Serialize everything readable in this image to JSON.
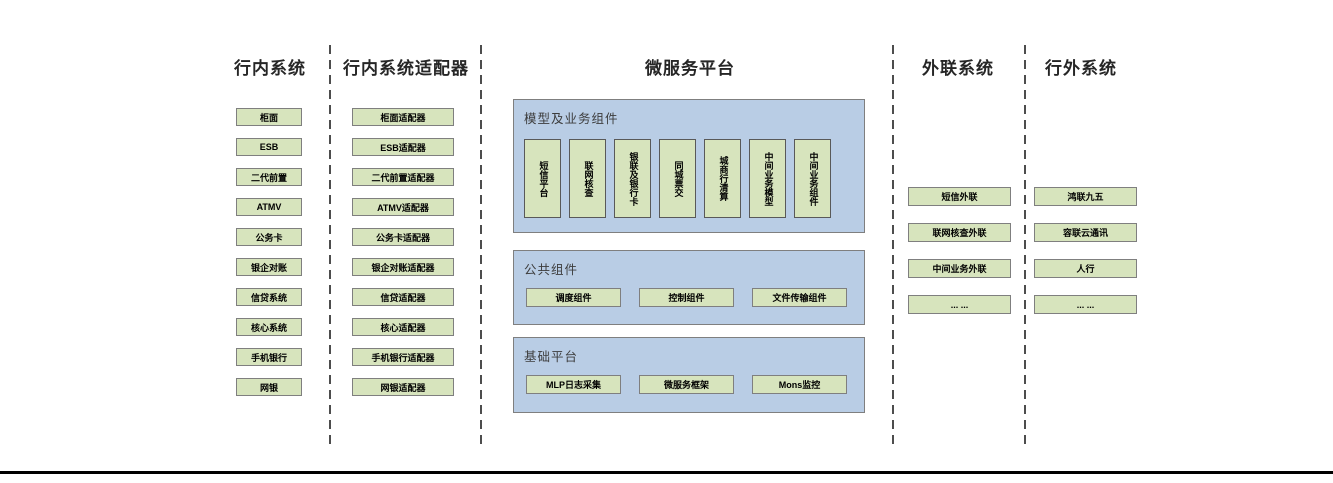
{
  "diagram": {
    "columns": [
      {
        "header": "行内系统",
        "boxes": [
          "柜面",
          "ESB",
          "二代前置",
          "ATMV",
          "公务卡",
          "银企对账",
          "信贷系统",
          "核心系统",
          "手机银行",
          "网银"
        ]
      },
      {
        "header": "行内系统适配器",
        "boxes": [
          "柜面适配器",
          "ESB适配器",
          "二代前置适配器",
          "ATMV适配器",
          "公务卡适配器",
          "银企对账适配器",
          "信贷适配器",
          "核心适配器",
          "手机银行适配器",
          "网银适配器"
        ]
      },
      {
        "header": "微服务平台",
        "groups": [
          {
            "label": "模型及业务组件",
            "boxes": [
              "短信平台",
              "联网核查",
              "银联及银行卡",
              "同城票交",
              "城商行清算",
              "中间业务模型",
              "中间业务组件"
            ]
          },
          {
            "label": "公共组件",
            "boxes": [
              "调度组件",
              "控制组件",
              "文件传输组件"
            ]
          },
          {
            "label": "基础平台",
            "boxes": [
              "MLP日志采集",
              "微服务框架",
              "Mons监控"
            ]
          }
        ]
      },
      {
        "header": "外联系统",
        "boxes": [
          "短信外联",
          "联网核查外联",
          "中间业务外联",
          "... ..."
        ]
      },
      {
        "header": "行外系统",
        "boxes": [
          "鸿联九五",
          "容联云通讯",
          "人行",
          "... ..."
        ]
      }
    ],
    "palette": {
      "box_fill": "#d7e4bd",
      "box_border": "#7f7f7f",
      "panel_fill": "#b9cde5",
      "panel_border": "#7f7f7f",
      "divider_color": "#4d4d4d",
      "baseline_color": "#000000",
      "header_text": "#262626"
    }
  }
}
